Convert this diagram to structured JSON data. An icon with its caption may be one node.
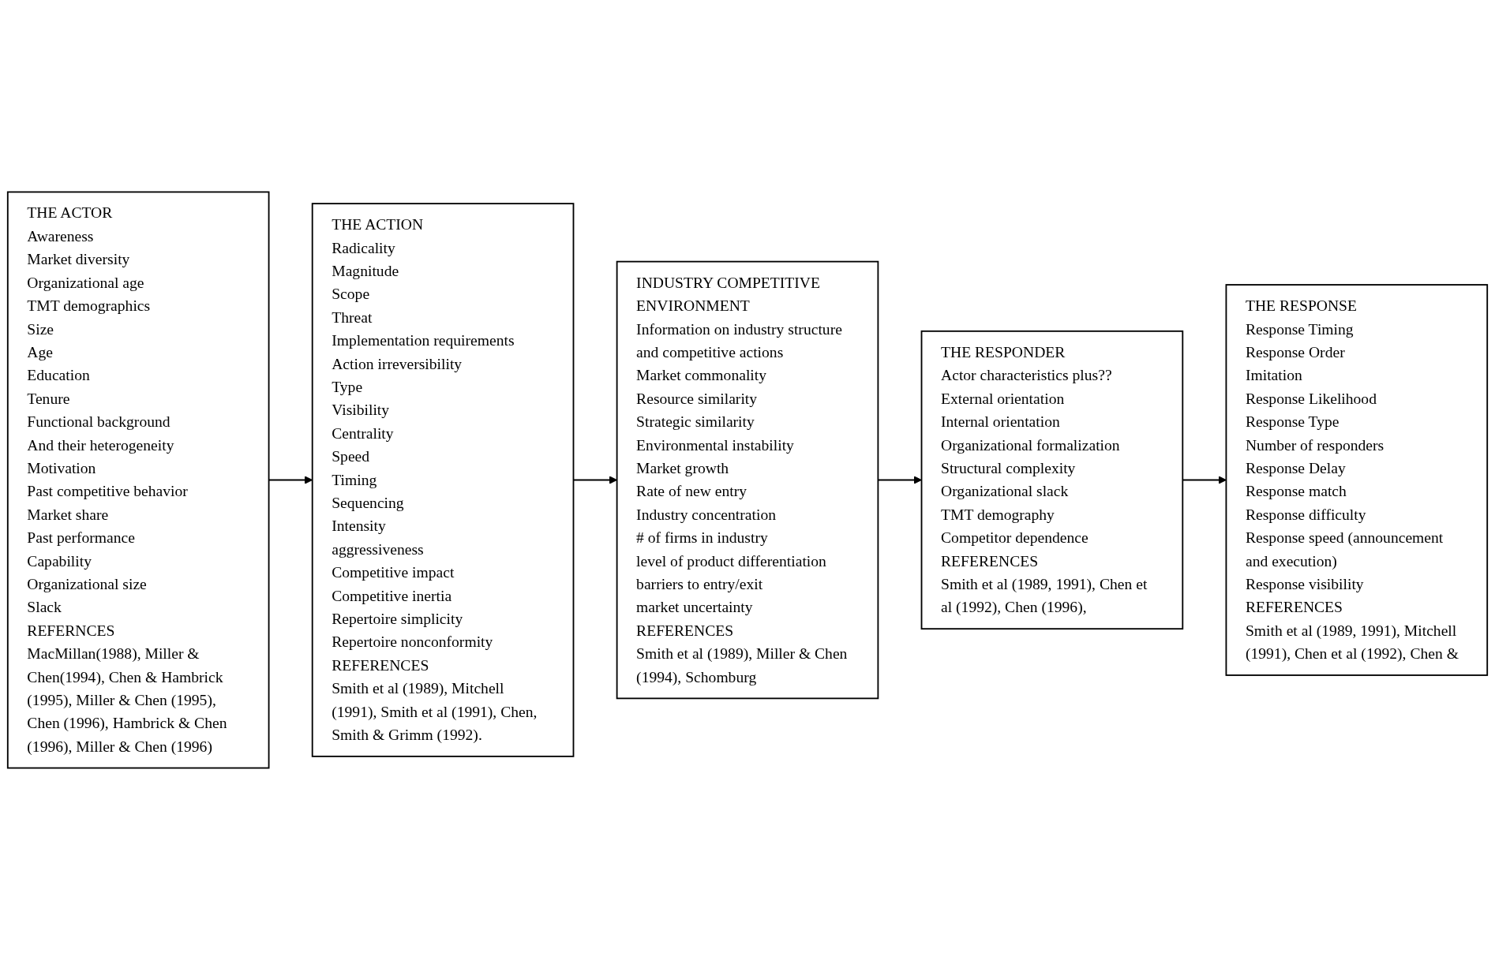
{
  "diagram": {
    "nodes": [
      {
        "text": [
          "THE ACTOR",
          "Awareness",
          "Market diversity",
          "Organizational age",
          "TMT demographics",
          "Size",
          "Age",
          "Education",
          "Tenure",
          "Functional background",
          "And their heterogeneity",
          "Motivation",
          "Past competitive behavior",
          "Market share",
          "Past performance",
          "Capability",
          "Organizational size",
          "Slack",
          "REFERNCES",
          "MacMillan(1988), Miller & Chen(1994), Chen & Hambrick (1995), Miller & Chen (1995), Chen (1996), Hambrick & Chen (1996), Miller & Chen (1996)"
        ]
      },
      {
        "text": [
          "THE ACTION",
          "Radicality",
          "Magnitude",
          "Scope",
          "Threat",
          "Implementation requirements",
          "Action irreversibility",
          "Type",
          "Visibility",
          "Centrality",
          "Speed",
          "Timing",
          "Sequencing",
          "Intensity",
          "aggressiveness",
          "Competitive impact",
          "Competitive inertia",
          "Repertoire simplicity",
          "Repertoire nonconformity",
          "REFERENCES",
          "Smith et al (1989), Mitchell (1991), Smith et al (1991), Chen, Smith & Grimm (1992)."
        ]
      },
      {
        "text": [
          "INDUSTRY COMPETITIVE ENVIRONMENT",
          "Information on industry structure and competitive actions",
          "Market commonality",
          "Resource similarity",
          "Strategic similarity",
          "Environmental instability",
          "Market growth",
          "Rate of new entry",
          "Industry concentration",
          "# of firms in industry",
          "level of product differentiation",
          "barriers to entry/exit",
          "market uncertainty",
          "REFERENCES",
          "Smith et al (1989), Miller & Chen (1994), Schomburg"
        ]
      },
      {
        "text": [
          "THE RESPONDER",
          "Actor characteristics plus??",
          "External orientation",
          "Internal orientation",
          "Organizational formalization",
          "Structural complexity",
          "Organizational slack",
          "TMT demography",
          "Competitor dependence",
          "REFERENCES",
          "Smith et al (1989, 1991), Chen et al (1992), Chen (1996),"
        ]
      },
      {
        "text": [
          "THE RESPONSE",
          "Response Timing",
          "Response Order",
          "Imitation",
          "Response Likelihood",
          "Response Type",
          "Number of responders",
          "Response Delay",
          "Response match",
          "Response difficulty",
          "Response speed (announcement and execution)",
          "Response visibility",
          "REFERENCES",
          "Smith et al (1989, 1991), Mitchell (1991), Chen et al (1992), Chen &"
        ]
      }
    ],
    "edges": [
      {
        "from": 0,
        "to": 1,
        "arrow": "to"
      },
      {
        "from": 1,
        "to": 2,
        "arrow": "to"
      },
      {
        "from": 2,
        "to": 3,
        "arrow": "to"
      },
      {
        "from": 3,
        "to": 4,
        "arrow": "to"
      }
    ]
  }
}
